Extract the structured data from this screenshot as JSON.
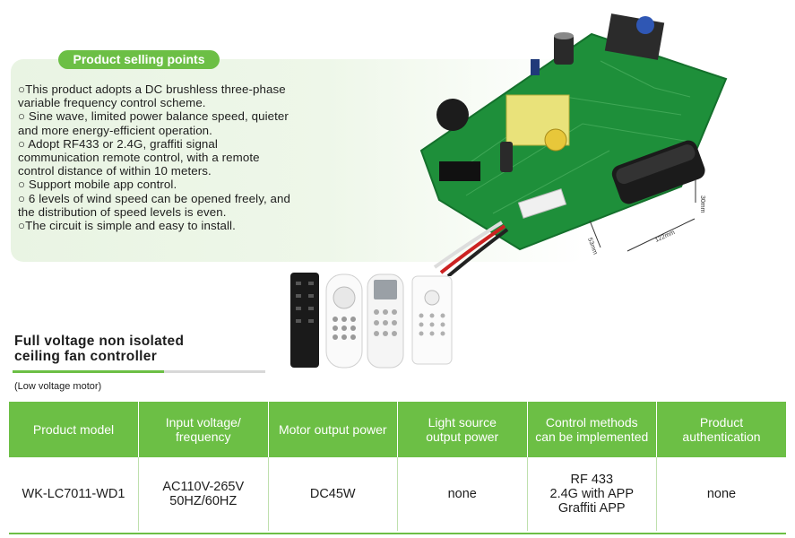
{
  "selling": {
    "title": "Product selling points",
    "points": [
      "○This product adopts a DC brushless three-phase variable frequency control scheme.",
      "○ Sine wave, limited power balance speed, quieter and more energy-efficient operation.",
      "○ Adopt RF433 or 2.4G, graffiti signal communication remote control, with a remote control distance of within 10 meters.",
      "○ Support mobile app control.",
      "○ 6 levels of wind speed can be opened freely, and the distribution of speed levels is even.",
      "○The circuit is simple and easy to install."
    ]
  },
  "receiver_dims": {
    "height": "30mm",
    "width": "53mm",
    "length": "122mm"
  },
  "product": {
    "title_line1": "Full voltage non isolated",
    "title_line2": "ceiling fan controller",
    "note": "(Low voltage motor)"
  },
  "table": {
    "headers": [
      "Product model",
      "Input voltage/\nfrequency",
      "Motor output power",
      "Light source\noutput power",
      "Control methods\ncan be implemented",
      "Product\nauthentication"
    ],
    "row": [
      "WK-LC7011-WD1",
      "AC110V-265V\n50HZ/60HZ",
      "DC45W",
      "none",
      "RF 433\n2.4G with APP\nGraffiti APP",
      "none"
    ]
  },
  "colors": {
    "accent": "#6cbf45",
    "panel": "#eef7e9",
    "pcb": "#1e8f3a"
  }
}
